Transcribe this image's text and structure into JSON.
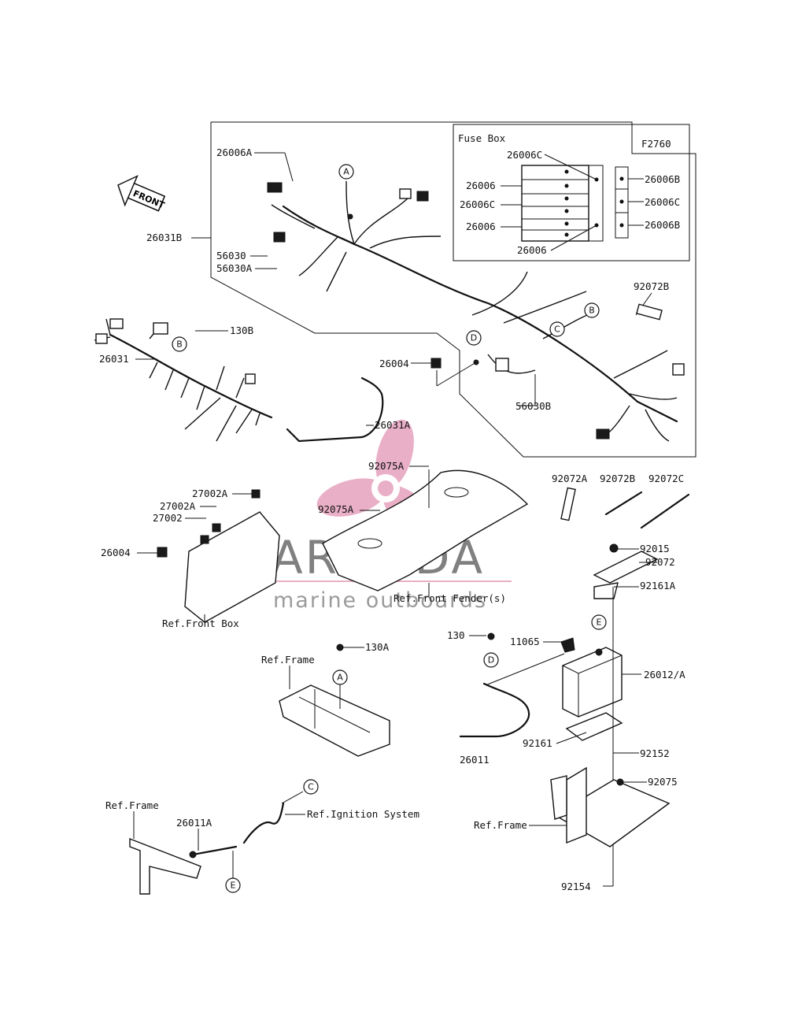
{
  "diagram_code": "F2760",
  "fuse_box_title": "Fuse Box",
  "front_arrow": "FRONT",
  "watermark": {
    "brand": "ARMADA",
    "tagline": "marine outboards",
    "brand_color": "#e8a8c0"
  },
  "labels": {
    "p26006A": "26006A",
    "p26031B": "26031B",
    "p56030": "56030",
    "p56030A": "56030A",
    "p26006C_top": "26006C",
    "p26006_1": "26006",
    "p26006C_2": "26006C",
    "p26006_2": "26006",
    "p26006_3": "26006",
    "p26006B_1": "26006B",
    "p26006C_r": "26006C",
    "p26006B_2": "26006B",
    "p92072B_top": "92072B",
    "p130B": "130B",
    "p26031": "26031",
    "p26004_top": "26004",
    "p56030B": "56030B",
    "p26031A": "26031A",
    "p92075A_1": "92075A",
    "p92075A_2": "92075A",
    "p92072A": "92072A",
    "p92072B_mid": "92072B",
    "p92072C": "92072C",
    "p27002A_1": "27002A",
    "p27002A_2": "27002A",
    "p27002": "27002",
    "p26004_left": "26004",
    "p92015": "92015",
    "p92072": "92072",
    "p92161A": "92161A",
    "p130": "130",
    "p11065": "11065",
    "p26012A": "26012/A",
    "p130A": "130A",
    "p92161": "92161",
    "p26011": "26011",
    "p92152": "92152",
    "p92075": "92075",
    "p26011A": "26011A",
    "p92154": "92154"
  },
  "references": {
    "front_box": "Ref.Front Box",
    "front_fender": "Ref.Front Fender(s)",
    "frame_1": "Ref.Frame",
    "frame_2": "Ref.Frame",
    "frame_3": "Ref.Frame",
    "ignition": "Ref.Ignition System"
  },
  "connector_tags": {
    "A": "A",
    "B": "B",
    "C": "C",
    "D": "D",
    "E": "E"
  }
}
